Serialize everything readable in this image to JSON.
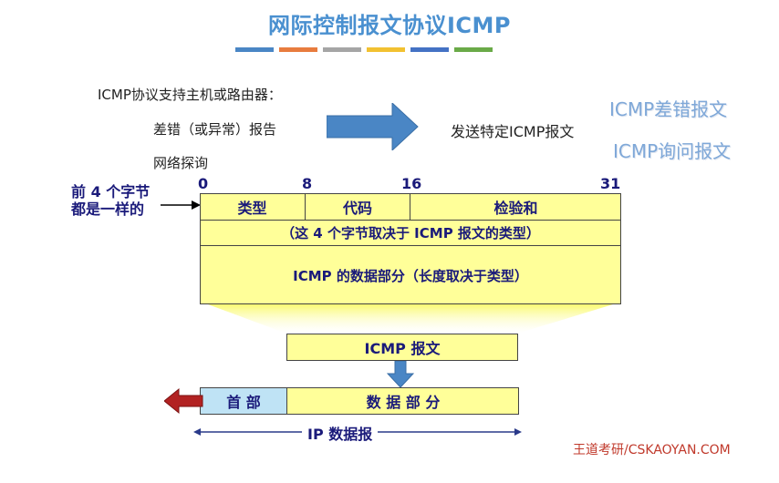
{
  "title": "网际控制报文协议ICMP",
  "stripe_colors": [
    "#4a86c5",
    "#e87c3e",
    "#a5a5a5",
    "#f2c131",
    "#4472c4",
    "#6aaa48"
  ],
  "intro": {
    "line1": "ICMP协议支持主机或路由器：",
    "line2": "差错（或异常）报告",
    "line3": "网络探询",
    "result": "发送特定ICMP报文"
  },
  "message_types": {
    "error": "ICMP差错报文",
    "query": "ICMP询问报文"
  },
  "header_note": {
    "line1": "前 4 个字节",
    "line2": "都是一样的"
  },
  "bit_positions": [
    "0",
    "8",
    "16",
    "31"
  ],
  "fields": {
    "type": "类型",
    "code": "代码",
    "checksum": "检验和",
    "depends": "（这 4 个字节取决于 ICMP 报文的类型）",
    "data": "ICMP 的数据部分（长度取决于类型）"
  },
  "icmp_message": "ICMP 报文",
  "ip_packet": {
    "header": "首 部",
    "data": "数 据 部 分",
    "label": "IP 数据报"
  },
  "footer": "王道考研/CSKAOYAN.COM",
  "colors": {
    "title": "#4a90d0",
    "box_fill": "#ffff99",
    "header_fill": "#bfe3f5",
    "text_navy": "#1a1a7a",
    "arrow_blue": "#4a86c5",
    "arrow_red": "#b22222"
  }
}
